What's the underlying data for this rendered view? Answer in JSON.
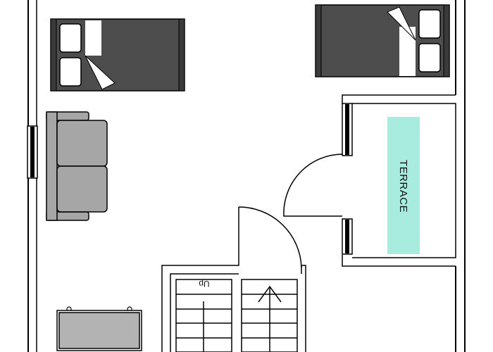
{
  "plan": {
    "type": "floor-plan",
    "labels": {
      "terrace": "TERRACE",
      "stairs_direction": "Up"
    },
    "colors": {
      "wall": "#000000",
      "bed_frame": "#4d4d4d",
      "sofa": "#a6a6a6",
      "table": "#b3b3b3",
      "terrace_fill": "#a8ece0",
      "background": "#ffffff"
    },
    "furniture": [
      {
        "name": "bed-left",
        "kind": "double-bed",
        "pillows": 2
      },
      {
        "name": "bed-right",
        "kind": "double-bed",
        "pillows": 2
      },
      {
        "name": "sofa",
        "kind": "two-seat-sofa",
        "seats": 2
      },
      {
        "name": "table",
        "kind": "console-table"
      }
    ],
    "doors": [
      {
        "name": "terrace-door",
        "swing": "quarter-arc"
      },
      {
        "name": "stair-door",
        "swing": "quarter-arc"
      }
    ],
    "windows": [
      {
        "name": "left-wall-window"
      },
      {
        "name": "terrace-window-top"
      },
      {
        "name": "terrace-window-bottom"
      }
    ],
    "stairs": {
      "flights": 2,
      "arrow": "up"
    }
  }
}
